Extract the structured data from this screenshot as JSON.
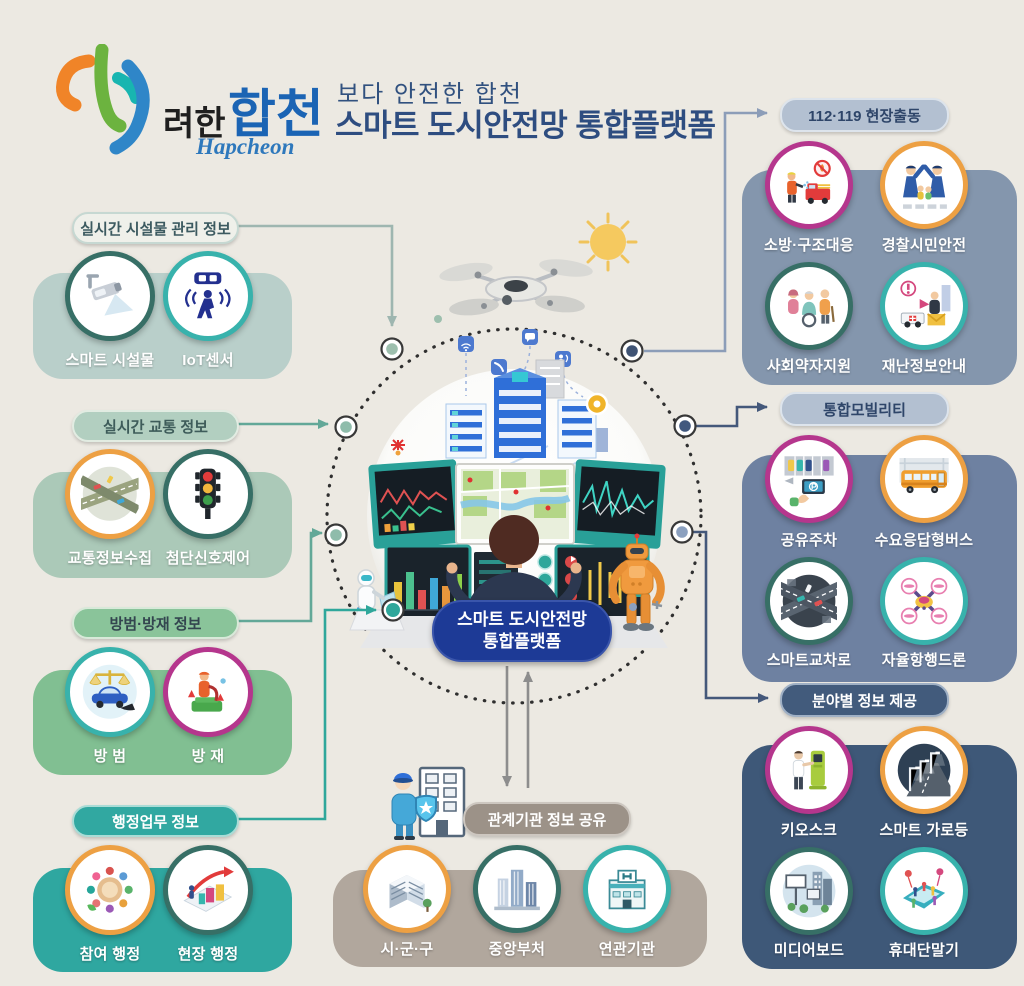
{
  "header": {
    "logo": {
      "mark": "hapcheon-water-mark",
      "suffix": "려한",
      "city": "합천",
      "romanized": "Hapcheon"
    },
    "subtitle": "보다 안전한 합천",
    "title": "스마트 도시안전망 통합플랫폼"
  },
  "center": {
    "platform_line1": "스마트 도시안전망",
    "platform_line2": "통합플랫폼",
    "illustration": [
      "drone-icon",
      "sun-icon",
      "control-room-scene",
      "robot-icon",
      "officer-shield-icon"
    ]
  },
  "colors": {
    "background": "#ece9e2",
    "title_navy": "#2e4d80",
    "platform_blue": "#1d3a96",
    "ring_magenta": "#b5368d",
    "ring_orange": "#eda043",
    "ring_darkteal": "#376f66",
    "ring_cyan": "#38b2ac",
    "connector_teal": "#63a898",
    "connector_navy": "#44587a"
  },
  "left_sections": [
    {
      "header": "실시간 시설물 관리 정보",
      "panel_color": "#b9cfca",
      "pill_bg": "#eff0ea",
      "pill_text": "#3c5a60",
      "items": [
        {
          "label": "스마트 시설물",
          "icon": "cctv-icon",
          "icon_ref": "#ic-cctv",
          "ring": "#376f66"
        },
        {
          "label": "IoT센서",
          "icon": "iot-sensor-icon",
          "icon_ref": "#ic-iot",
          "ring": "#38b2ac"
        }
      ]
    },
    {
      "header": "실시간 교통 정보",
      "panel_color": "#abc9b8",
      "pill_bg": "#b2cfc0",
      "pill_text": "#3e5c5a",
      "items": [
        {
          "label": "교통정보수집",
          "icon": "interchange-icon",
          "icon_ref": "#ic-interchange",
          "ring": "#eda043"
        },
        {
          "label": "첨단신호제어",
          "icon": "traffic-light-icon",
          "icon_ref": "#ic-trafficlight",
          "ring": "#376f66"
        }
      ]
    },
    {
      "header": "방범·방재 정보",
      "panel_color": "#81bf92",
      "pill_bg": "#8ac49a",
      "pill_text": "#33454f",
      "items": [
        {
          "label": "방 범",
          "icon": "police-icon",
          "icon_ref": "#ic-police",
          "ring": "#38b2ac"
        },
        {
          "label": "방 재",
          "icon": "disaster-response-icon",
          "icon_ref": "#ic-fireman",
          "ring": "#b5368d"
        }
      ]
    },
    {
      "header": "행정업무 정보",
      "panel_color": "#2fa7a0",
      "pill_bg": "#31a8a1",
      "pill_text": "#ffffff",
      "items": [
        {
          "label": "참여 행정",
          "icon": "round-table-icon",
          "icon_ref": "#ic-meeting",
          "ring": "#eda043"
        },
        {
          "label": "현장 행정",
          "icon": "field-chart-icon",
          "icon_ref": "#ic-fieldchart",
          "ring": "#376f66"
        }
      ]
    }
  ],
  "right_sections": [
    {
      "header": "112·119 현장출동",
      "panel_color": "#8496ad",
      "pill_bg": "#b3c0d1",
      "pill_text": "#2e4569",
      "items": [
        {
          "label": "소방·구조대응",
          "icon": "fire-rescue-icon",
          "icon_ref": "#ic-firerescue",
          "ring": "#b5368d"
        },
        {
          "label": "경찰시민안전",
          "icon": "police-citizen-icon",
          "icon_ref": "#ic-policecitizen",
          "ring": "#eda043"
        },
        {
          "label": "사회약자지원",
          "icon": "social-support-icon",
          "icon_ref": "#ic-social",
          "ring": "#376f66"
        },
        {
          "label": "재난정보안내",
          "icon": "disaster-info-icon",
          "icon_ref": "#ic-disasterinfo",
          "ring": "#38b2ac"
        }
      ]
    },
    {
      "header": "통합모빌리티",
      "panel_color": "#6e81a1",
      "pill_bg": "#b3c0d1",
      "pill_text": "#2e4569",
      "items": [
        {
          "label": "공유주차",
          "icon": "shared-parking-icon",
          "icon_ref": "#ic-parking",
          "ring": "#b5368d"
        },
        {
          "label": "수요응답형버스",
          "icon": "bus-icon",
          "icon_ref": "#ic-bus",
          "ring": "#eda043"
        },
        {
          "label": "스마트교차로",
          "icon": "intersection-icon",
          "icon_ref": "#ic-intersection",
          "ring": "#376f66"
        },
        {
          "label": "자율항행드론",
          "icon": "drone-icon",
          "icon_ref": "#ic-drone",
          "ring": "#38b2ac"
        }
      ]
    },
    {
      "header": "분야별 정보 제공",
      "panel_color": "#3e5878",
      "pill_bg": "#425b7c",
      "pill_text": "#ffffff",
      "items": [
        {
          "label": "키오스크",
          "icon": "kiosk-icon",
          "icon_ref": "#ic-kiosk",
          "ring": "#b5368d"
        },
        {
          "label": "스마트 가로등",
          "icon": "streetlight-icon",
          "icon_ref": "#ic-streetlight",
          "ring": "#eda043"
        },
        {
          "label": "미디어보드",
          "icon": "media-board-icon",
          "icon_ref": "#ic-mediaboard",
          "ring": "#376f66"
        },
        {
          "label": "휴대단말기",
          "icon": "mobile-device-icon",
          "icon_ref": "#ic-mobile",
          "ring": "#38b2ac"
        }
      ]
    }
  ],
  "bottom_section": {
    "header": "관계기관 정보 공유",
    "panel_color": "#b1a79d",
    "pill_bg": "#9c9288",
    "pill_text": "#ffffff",
    "items": [
      {
        "label": "시·군·구",
        "icon": "gov-building-icon",
        "icon_ref": "#ic-govbuilding",
        "ring": "#eda043"
      },
      {
        "label": "중앙부처",
        "icon": "ministry-towers-icon",
        "icon_ref": "#ic-ministry",
        "ring": "#376f66"
      },
      {
        "label": "연관기관",
        "icon": "agency-building-icon",
        "icon_ref": "#ic-agency",
        "ring": "#38b2ac"
      }
    ]
  }
}
